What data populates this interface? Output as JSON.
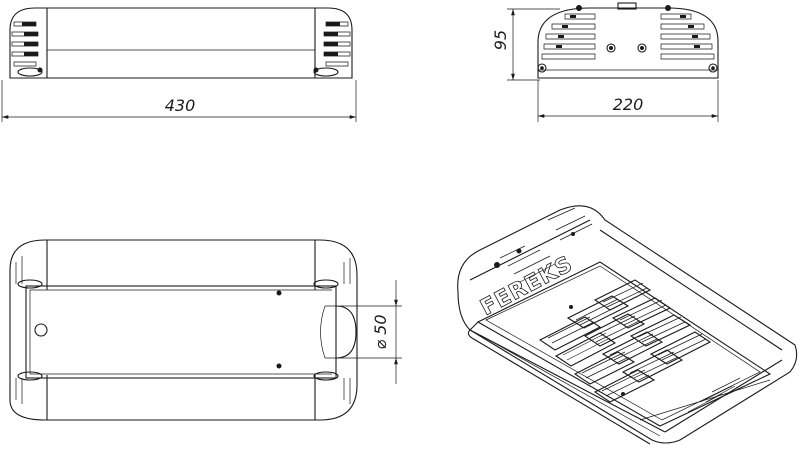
{
  "dimensions": {
    "length": "430",
    "height": "95",
    "width": "220",
    "mount_diameter": "⌀ 50"
  },
  "brand": "FEREKS"
}
